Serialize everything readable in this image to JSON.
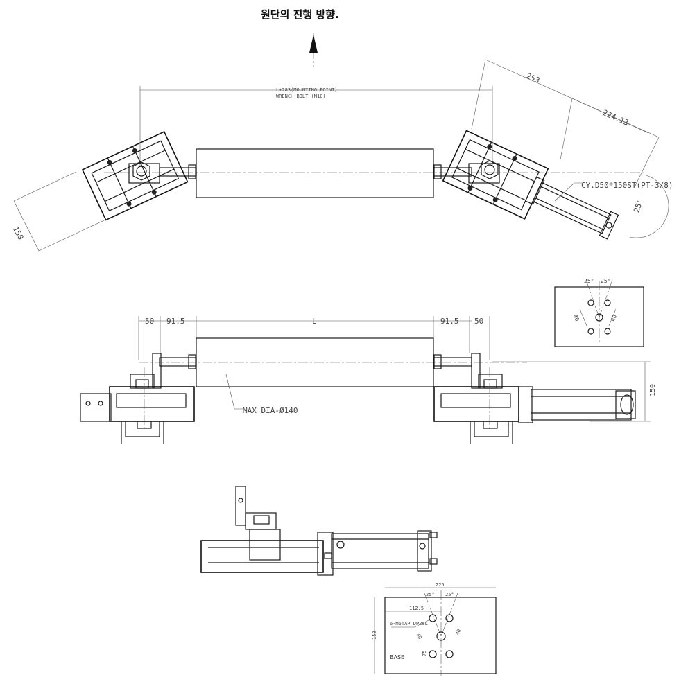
{
  "direction_note": "원단의 진행 방향.",
  "top_view": {
    "mounting_label_1": "L+283(MOUNTING POINT)",
    "mounting_label_2": "WRENCH  BOLT (M10)",
    "dim_253": "253",
    "dim_224": "224.13",
    "dim_150": "150",
    "dim_angle": "25°",
    "cylinder_label": "CY.D50*150ST(PT-3/8)"
  },
  "front_view": {
    "dim_50_left": "50",
    "dim_91_left": "91.5",
    "dim_L": "L",
    "dim_91_right": "91.5",
    "dim_50_right": "50",
    "dim_150": "150",
    "max_dia": "MAX DIA-Ø140"
  },
  "detail": {
    "angle_left": "25°",
    "angle_right": "25°",
    "dim_40_left": "40",
    "dim_40_right": "40"
  },
  "base": {
    "dim_225": "225",
    "angle_left": "25°",
    "angle_right": "25°",
    "dim_112": "112.5",
    "tap_label": "6-M6TAP DP20L",
    "dim_40_a": "40",
    "dim_40_b": "40",
    "dim_75": "75",
    "dim_150": "150",
    "label": "BASE"
  }
}
